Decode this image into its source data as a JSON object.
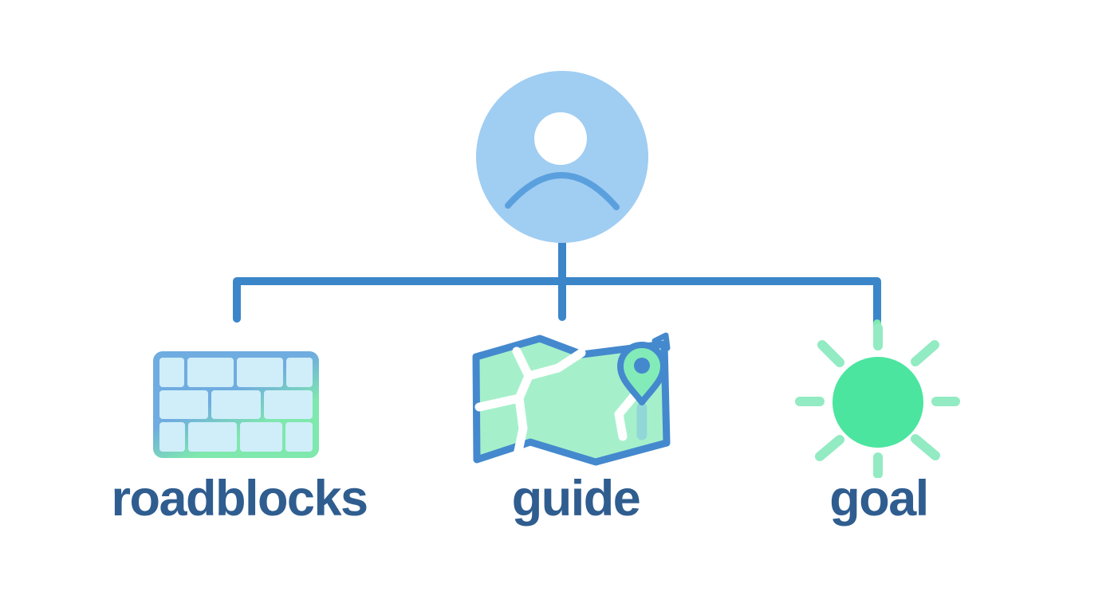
{
  "diagram": {
    "type": "tree",
    "root": {
      "icon": "sad-person"
    },
    "branches": [
      {
        "label": "roadblocks",
        "icon": "brick-wall"
      },
      {
        "label": "guide",
        "icon": "map-with-pin"
      },
      {
        "label": "goal",
        "icon": "sun"
      }
    ]
  },
  "colors": {
    "background": "#FFFFFF",
    "connector-blue": "#3B86C9",
    "connector-green": "#7FE9AE",
    "avatar-fill": "#A0CDF2",
    "avatar-stroke": "#5BA0DE",
    "wall-frame-blue": "#6FACE0",
    "wall-frame-green": "#7EE8AD",
    "brick-fill": "#CFEEF9",
    "map-fill": "#A5F0CB",
    "map-outline": "#4489CE",
    "road-white": "#FFFFFF",
    "pin-fill": "#82EBB8",
    "sun-fill": "#4BE5A0",
    "ray-fill": "#92EBC2",
    "label-text": "#2F5D8F"
  }
}
